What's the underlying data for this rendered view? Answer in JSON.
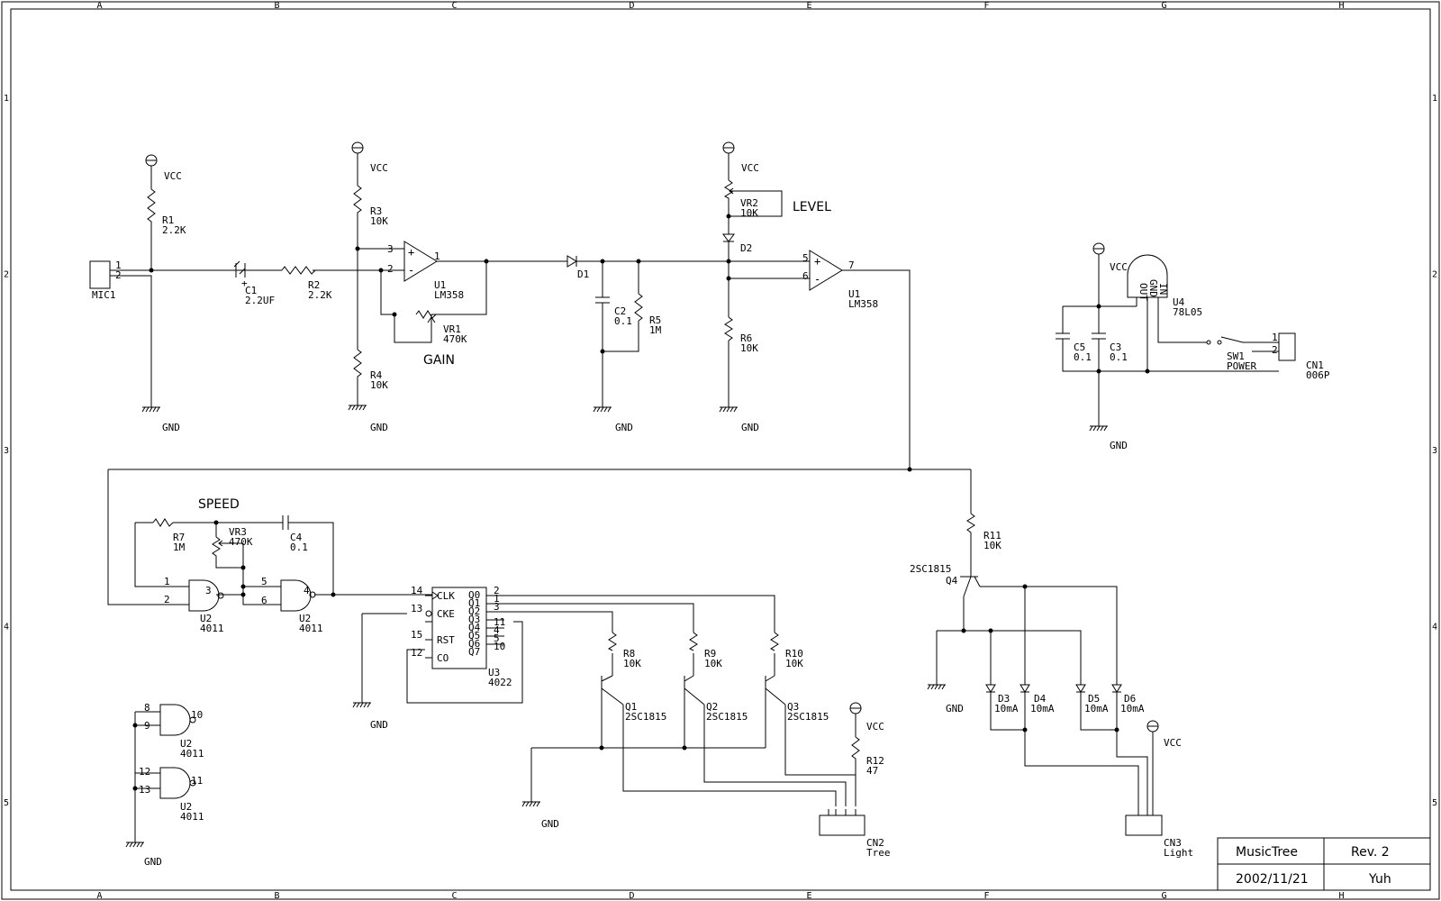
{
  "border": {
    "columns": [
      "A",
      "B",
      "C",
      "D",
      "E",
      "F",
      "G",
      "H"
    ],
    "rows": [
      "1",
      "2",
      "3",
      "4",
      "5"
    ]
  },
  "title_block": {
    "title": "MusicTree",
    "rev": "Rev. 2",
    "date": "2002/11/21",
    "author": "Yuh"
  },
  "labels": {
    "vcc": "VCC",
    "gnd": "GND",
    "gain": "GAIN",
    "level": "LEVEL",
    "speed": "SPEED"
  },
  "components": {
    "mic1": {
      "ref": "MIC1",
      "pin1": "1",
      "pin2": "2"
    },
    "r1": {
      "ref": "R1",
      "value": "2.2K"
    },
    "c1": {
      "ref": "C1",
      "value": "2.2UF",
      "polarity": "+"
    },
    "r2": {
      "ref": "R2",
      "value": "2.2K"
    },
    "r3": {
      "ref": "R3",
      "value": "10K"
    },
    "r4": {
      "ref": "R4",
      "value": "10K"
    },
    "u1a": {
      "ref": "U1",
      "value": "LM358",
      "pin_plus": "3",
      "pin_minus": "2",
      "pin_out": "1"
    },
    "vr1": {
      "ref": "VR1",
      "value": "470K"
    },
    "d1": {
      "ref": "D1"
    },
    "c2": {
      "ref": "C2",
      "value": "0.1"
    },
    "r5": {
      "ref": "R5",
      "value": "1M"
    },
    "vr2": {
      "ref": "VR2",
      "value": "10K"
    },
    "d2": {
      "ref": "D2"
    },
    "r6": {
      "ref": "R6",
      "value": "10K"
    },
    "u1b": {
      "ref": "U1",
      "value": "LM358",
      "pin_plus": "5",
      "pin_minus": "6",
      "pin_out": "7"
    },
    "u4": {
      "ref": "U4",
      "value": "78L05",
      "pins": [
        "OUT",
        "GND",
        "IN"
      ]
    },
    "c5": {
      "ref": "C5",
      "value": "0.1"
    },
    "c3": {
      "ref": "C3",
      "value": "0.1"
    },
    "sw1": {
      "ref": "SW1",
      "value": "POWER"
    },
    "cn1": {
      "ref": "CN1",
      "value": "006P",
      "pin1": "1",
      "pin2": "2"
    },
    "r7": {
      "ref": "R7",
      "value": "1M"
    },
    "vr3": {
      "ref": "VR3",
      "value": "470K"
    },
    "c4": {
      "ref": "C4",
      "value": "0.1"
    },
    "u2a": {
      "ref": "U2",
      "value": "4011",
      "pins": [
        "1",
        "2",
        "3"
      ]
    },
    "u2b": {
      "ref": "U2",
      "value": "4011",
      "pins": [
        "5",
        "6",
        "4"
      ]
    },
    "u2c": {
      "ref": "U2",
      "value": "4011",
      "pins": [
        "8",
        "9",
        "10"
      ]
    },
    "u2d": {
      "ref": "U2",
      "value": "4011",
      "pins": [
        "12",
        "13",
        "11"
      ]
    },
    "u3": {
      "ref": "U3",
      "value": "4022",
      "left_pins": [
        [
          "14",
          "CLK"
        ],
        [
          "13",
          "CKE"
        ],
        [
          "15",
          "RST"
        ],
        [
          "12",
          "CO"
        ]
      ],
      "right_pins": [
        [
          "Q0",
          "2"
        ],
        [
          "Q1",
          "1"
        ],
        [
          "Q2",
          "3"
        ],
        [
          "Q3",
          "11"
        ],
        [
          "Q4",
          "4"
        ],
        [
          "Q5",
          "5"
        ],
        [
          "Q6",
          "10"
        ],
        [
          "Q7",
          ""
        ]
      ]
    },
    "r8": {
      "ref": "R8",
      "value": "10K"
    },
    "r9": {
      "ref": "R9",
      "value": "10K"
    },
    "r10": {
      "ref": "R10",
      "value": "10K"
    },
    "q1": {
      "ref": "Q1",
      "value": "2SC1815"
    },
    "q2": {
      "ref": "Q2",
      "value": "2SC1815"
    },
    "q3": {
      "ref": "Q3",
      "value": "2SC1815"
    },
    "r12": {
      "ref": "R12",
      "value": "47"
    },
    "cn2": {
      "ref": "CN2",
      "value": "Tree"
    },
    "r11": {
      "ref": "R11",
      "value": "10K"
    },
    "q4": {
      "ref": "Q4",
      "value": "2SC1815"
    },
    "d3": {
      "ref": "D3",
      "value": "10mA"
    },
    "d4": {
      "ref": "D4",
      "value": "10mA"
    },
    "d5": {
      "ref": "D5",
      "value": "10mA"
    },
    "d6": {
      "ref": "D6",
      "value": "10mA"
    },
    "cn3": {
      "ref": "CN3",
      "value": "Light"
    }
  }
}
